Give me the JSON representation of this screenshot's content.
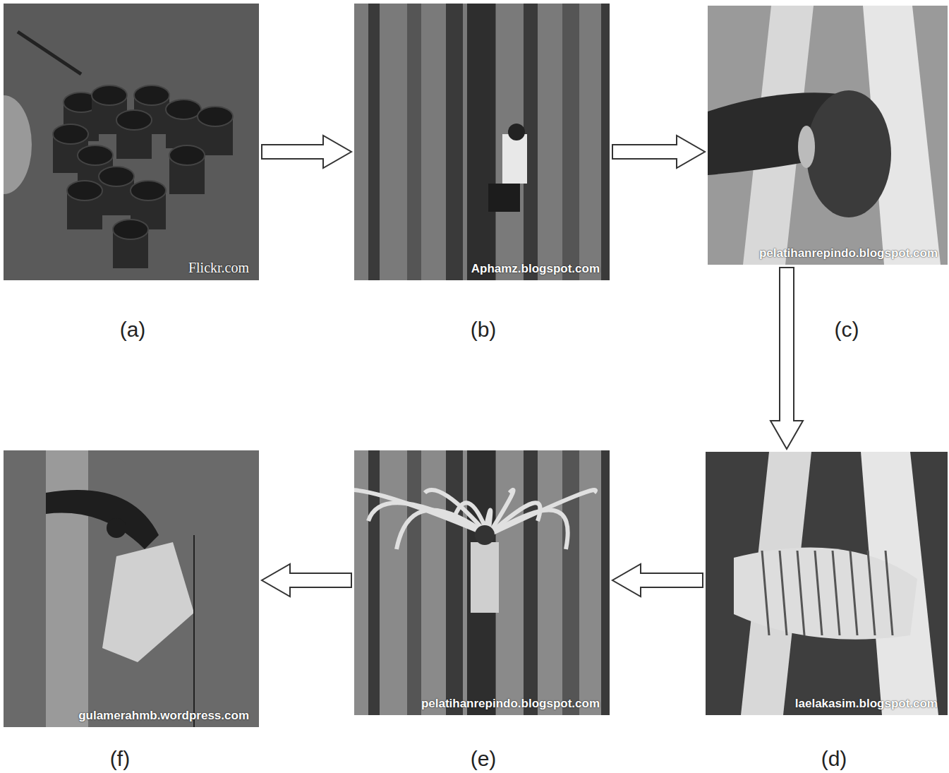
{
  "diagram": {
    "nodes": [
      {
        "text": [
          "Flickr.com",
          "(a)"
        ]
      },
      {
        "text": [
          "Aphamz.blogspot.com",
          "(b)"
        ]
      },
      {
        "text": [
          "pelatihanrepindo.blogspot.com",
          "(c)"
        ]
      },
      {
        "text": [
          "laelakasim.blogspot.com",
          "(d)"
        ]
      },
      {
        "text": [
          "pelatihanrepindo.blogspot.com",
          "(e)"
        ]
      },
      {
        "text": [
          "gulamerahmb.wordpress.com",
          "(f)"
        ]
      }
    ],
    "edges": [
      {
        "from": 0,
        "to": 1,
        "arrow": "to"
      },
      {
        "from": 1,
        "to": 2,
        "arrow": "to"
      },
      {
        "from": 2,
        "to": 3,
        "arrow": "to"
      },
      {
        "from": 3,
        "to": 4,
        "arrow": "to"
      },
      {
        "from": 4,
        "to": 5,
        "arrow": "to"
      }
    ]
  }
}
